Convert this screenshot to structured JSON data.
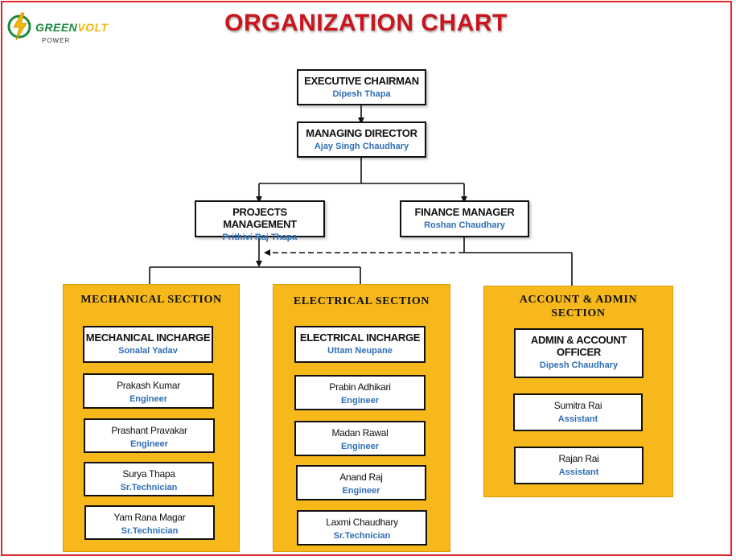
{
  "brand": {
    "name_green": "GREEN",
    "name_volt": "VOLT",
    "sub": "POWER"
  },
  "title": "ORGANIZATION CHART",
  "top": [
    {
      "role": "EXECUTIVE CHAIRMAN",
      "name": "Dipesh Thapa"
    },
    {
      "role": "MANAGING DIRECTOR",
      "name": "Ajay Singh Chaudhary"
    },
    {
      "role": "PROJECTS MANAGEMENT",
      "name": "Prithivi Raj Thapa"
    },
    {
      "role": "FINANCE MANAGER",
      "name": "Roshan Chaudhary"
    }
  ],
  "sections": [
    {
      "title": "MECHANICAL SECTION",
      "head": {
        "role": "MECHANICAL INCHARGE",
        "name": "Sonalal Yadav"
      },
      "staff": [
        {
          "name": "Prakash Kumar",
          "role": "Engineer"
        },
        {
          "name": "Prashant Pravakar",
          "role": "Engineer"
        },
        {
          "name": "Surya Thapa",
          "role": "Sr.Technician"
        },
        {
          "name": "Yam Rana Magar",
          "role": "Sr.Technician"
        }
      ]
    },
    {
      "title": "ELECTRICAL SECTION",
      "head": {
        "role": "ELECTRICAL INCHARGE",
        "name": "Uttam Neupane"
      },
      "staff": [
        {
          "name": "Prabin Adhikari",
          "role": "Engineer"
        },
        {
          "name": "Madan Rawal",
          "role": "Engineer"
        },
        {
          "name": "Anand Raj",
          "role": "Engineer"
        },
        {
          "name": "Laxmi Chaudhary",
          "role": "Sr.Technician"
        }
      ]
    },
    {
      "title_line1": "ACCOUNT & ADMIN",
      "title_line2": "SECTION",
      "head": {
        "role_line1": "ADMIN & ACCOUNT",
        "role_line2": "OFFICER",
        "name": "Dipesh Chaudhary"
      },
      "staff": [
        {
          "name": "Sumitra Rai",
          "role": "Assistant"
        },
        {
          "name": "Rajan Rai",
          "role": "Assistant"
        }
      ]
    }
  ],
  "colors": {
    "title": "#c8161d",
    "section_fill": "#f7b81c",
    "name_text": "#2e6fb5",
    "border": "#e0262b"
  }
}
